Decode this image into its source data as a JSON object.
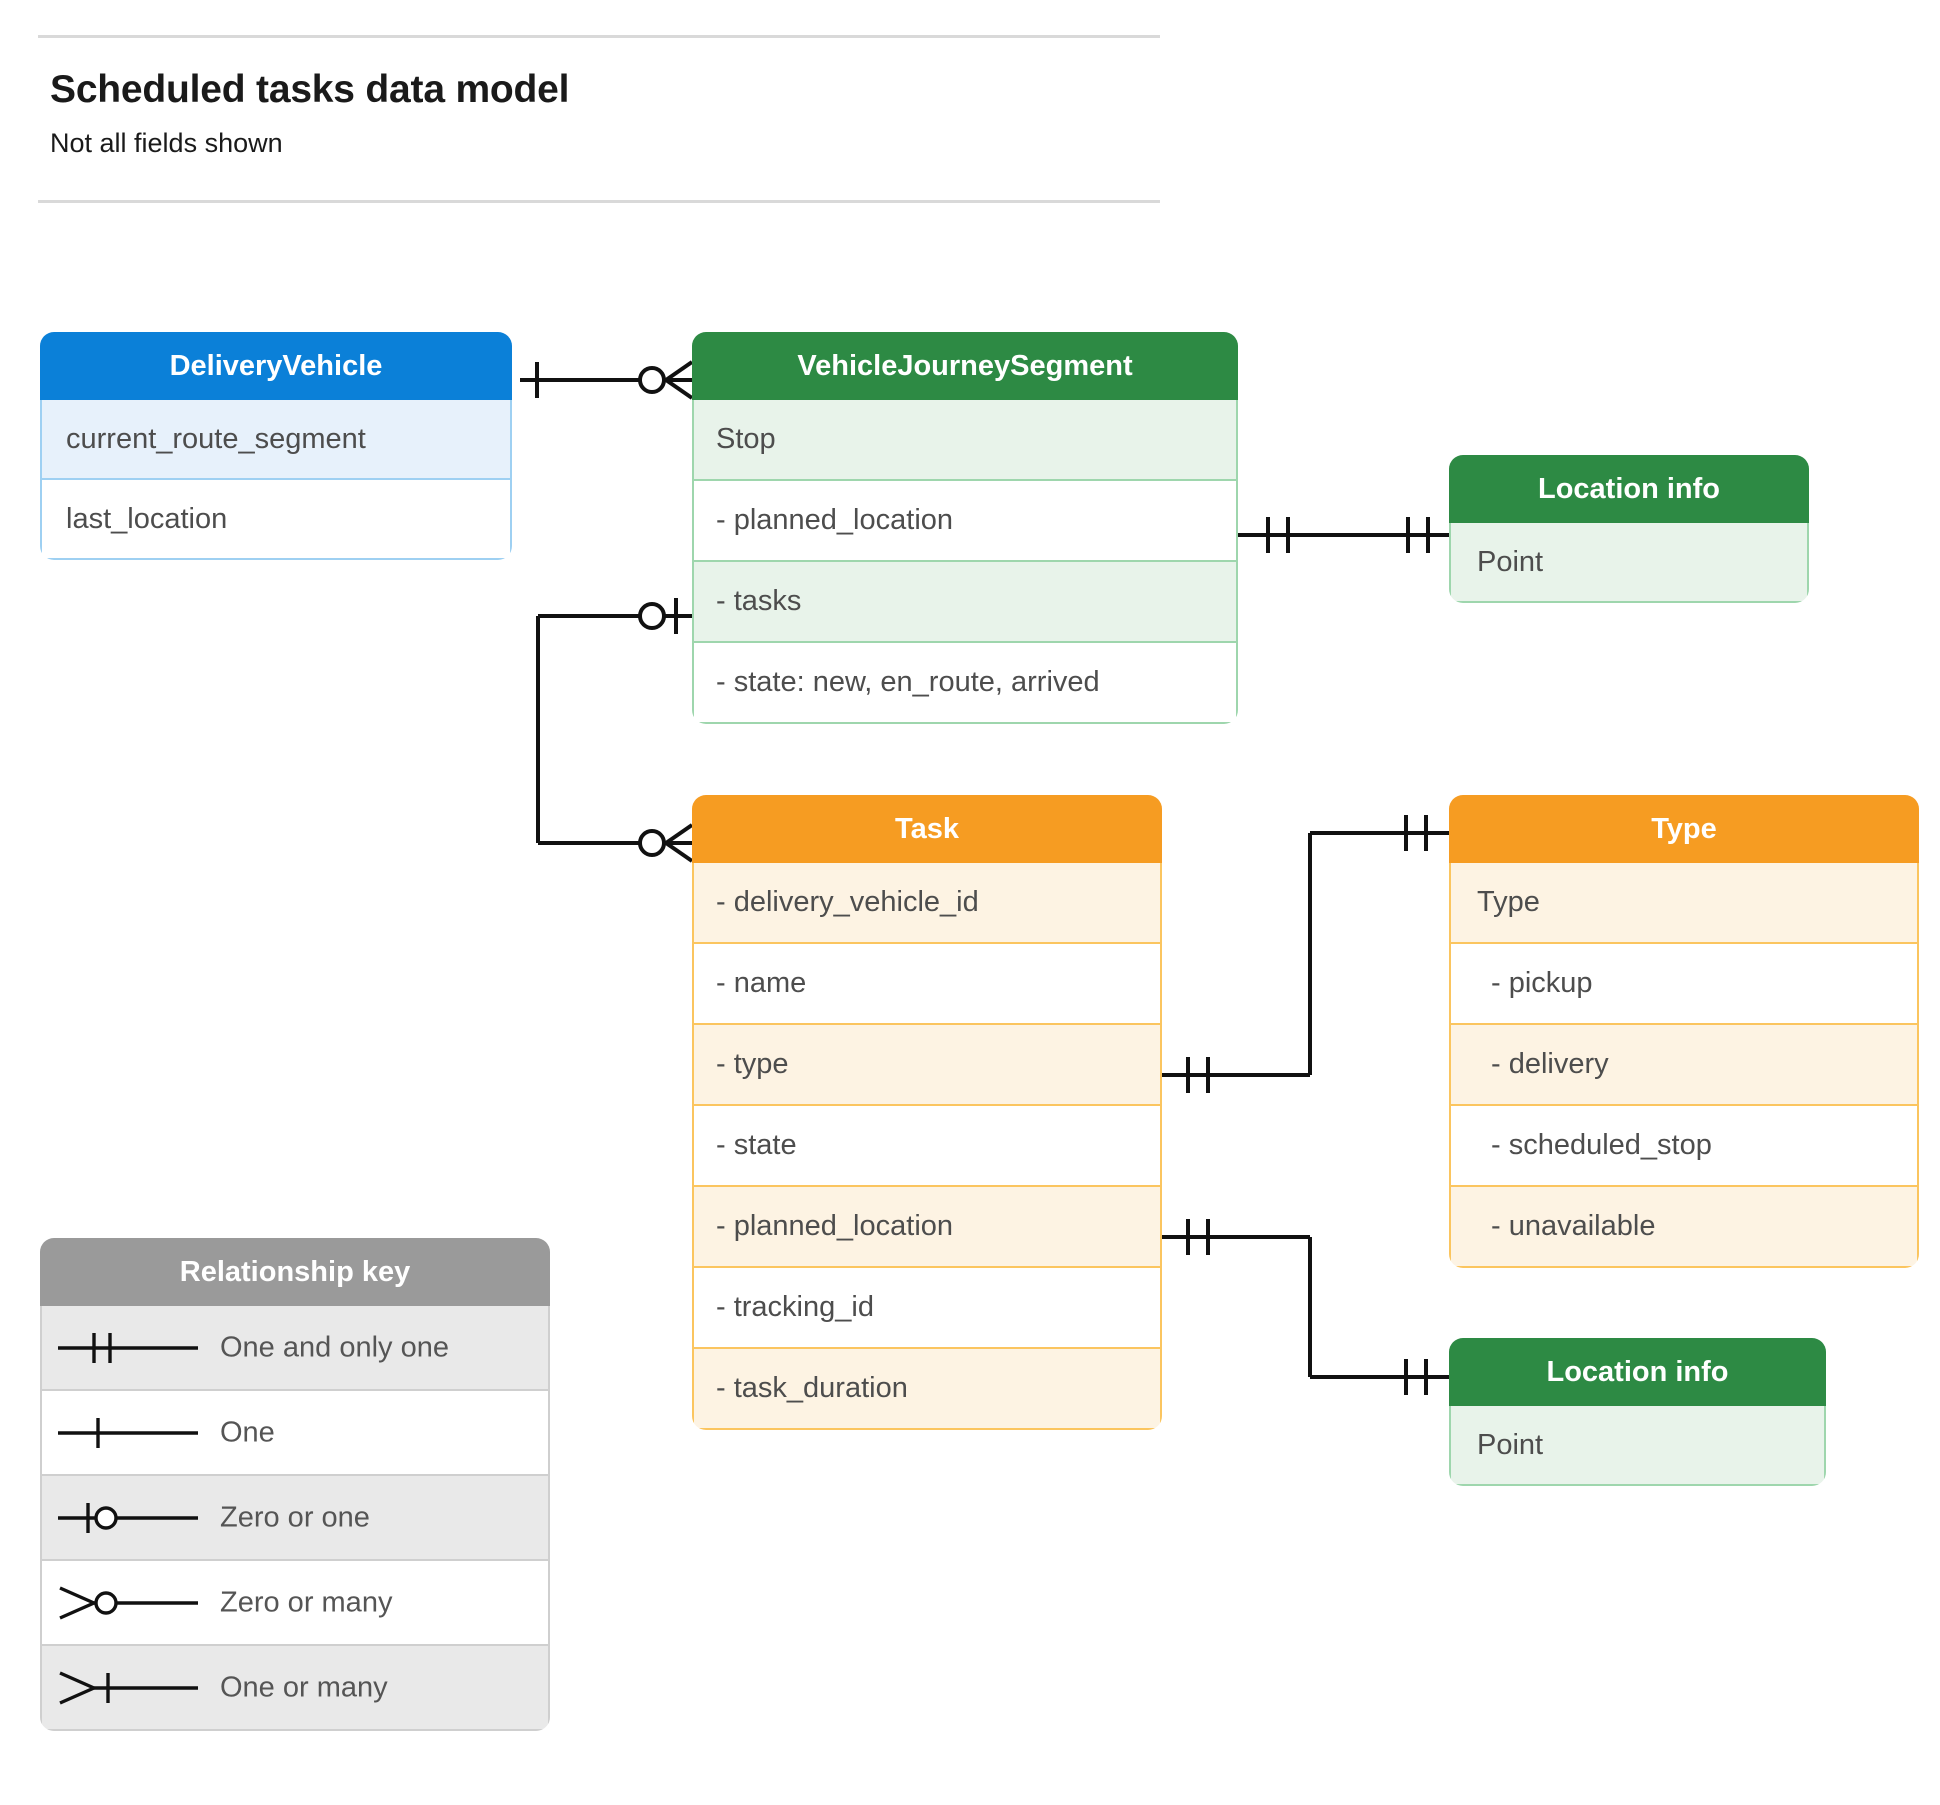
{
  "header": {
    "title": "Scheduled tasks data model",
    "subtitle": "Not all fields shown"
  },
  "colors": {
    "blue_header": "#0b80d8",
    "blue_border": "#9ed0f2",
    "blue_row_alt": "#e7f1fb",
    "green_header": "#2d8a44",
    "green_border": "#9ed6ad",
    "green_row_alt": "#e8f3ea",
    "orange_header": "#f69c22",
    "orange_border": "#fbc55f",
    "orange_row_alt": "#fdf3e3",
    "grey_header": "#9a9a9a",
    "grey_border": "#cfcfcf",
    "grey_row_alt": "#e9e9e9",
    "connector": "#111111",
    "rule": "#d9d9d9",
    "text_body": "#4d4d4d",
    "text_title": "#1a1a1a"
  },
  "entities": {
    "delivery_vehicle": {
      "title": "DeliveryVehicle",
      "rows": [
        "current_route_segment",
        "last_location"
      ]
    },
    "vehicle_journey_segment": {
      "title": "VehicleJourneySegment",
      "rows": [
        "Stop",
        "-  planned_location",
        "- tasks",
        "- state: new, en_route, arrived"
      ]
    },
    "location_info_top": {
      "title": "Location info",
      "rows": [
        "Point"
      ]
    },
    "location_info_bottom": {
      "title": "Location info",
      "rows": [
        "Point"
      ]
    },
    "task": {
      "title": "Task",
      "rows": [
        "- delivery_vehicle_id",
        "- name",
        "- type",
        "- state",
        "- planned_location",
        "- tracking_id",
        "- task_duration"
      ]
    },
    "type": {
      "title": "Type",
      "rows": [
        "Type",
        "-  pickup",
        "-  delivery",
        "-  scheduled_stop",
        "-  unavailable"
      ]
    }
  },
  "legend": {
    "title": "Relationship key",
    "items": [
      {
        "label": "One and only one",
        "symbol": "one-and-only-one"
      },
      {
        "label": "One",
        "symbol": "one"
      },
      {
        "label": "Zero or one",
        "symbol": "zero-or-one"
      },
      {
        "label": "Zero or many",
        "symbol": "zero-or-many"
      },
      {
        "label": "One or many",
        "symbol": "one-or-many"
      }
    ]
  },
  "relationships": [
    {
      "name": "deliveryvehicle-to-vehiclejourneysegment",
      "from": "DeliveryVehicle",
      "from_cardinality": "one",
      "to": "VehicleJourneySegment",
      "to_cardinality": "zero-or-many"
    },
    {
      "name": "vehiclejourneysegment-planned-location-to-location-info",
      "from": "VehicleJourneySegment.planned_location",
      "from_cardinality": "one-and-only-one",
      "to": "Location info",
      "to_cardinality": "one-and-only-one"
    },
    {
      "name": "vehiclejourneysegment-tasks-to-task",
      "from": "VehicleJourneySegment.tasks",
      "from_cardinality": "zero-or-one",
      "to": "Task",
      "to_cardinality": "zero-or-many"
    },
    {
      "name": "task-type-to-type",
      "from": "Task.type",
      "from_cardinality": "one-and-only-one",
      "to": "Type",
      "to_cardinality": "one-and-only-one"
    },
    {
      "name": "task-planned-location-to-location-info",
      "from": "Task.planned_location",
      "from_cardinality": "one-and-only-one",
      "to": "Location info",
      "to_cardinality": "one-and-only-one"
    }
  ]
}
